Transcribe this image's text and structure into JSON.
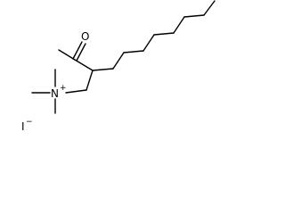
{
  "molecule": {
    "atoms": {
      "oxygen": "O",
      "nitrogen": "N",
      "nitrogen_charge": "+",
      "iodide": "I",
      "iodide_charge": "−"
    }
  }
}
